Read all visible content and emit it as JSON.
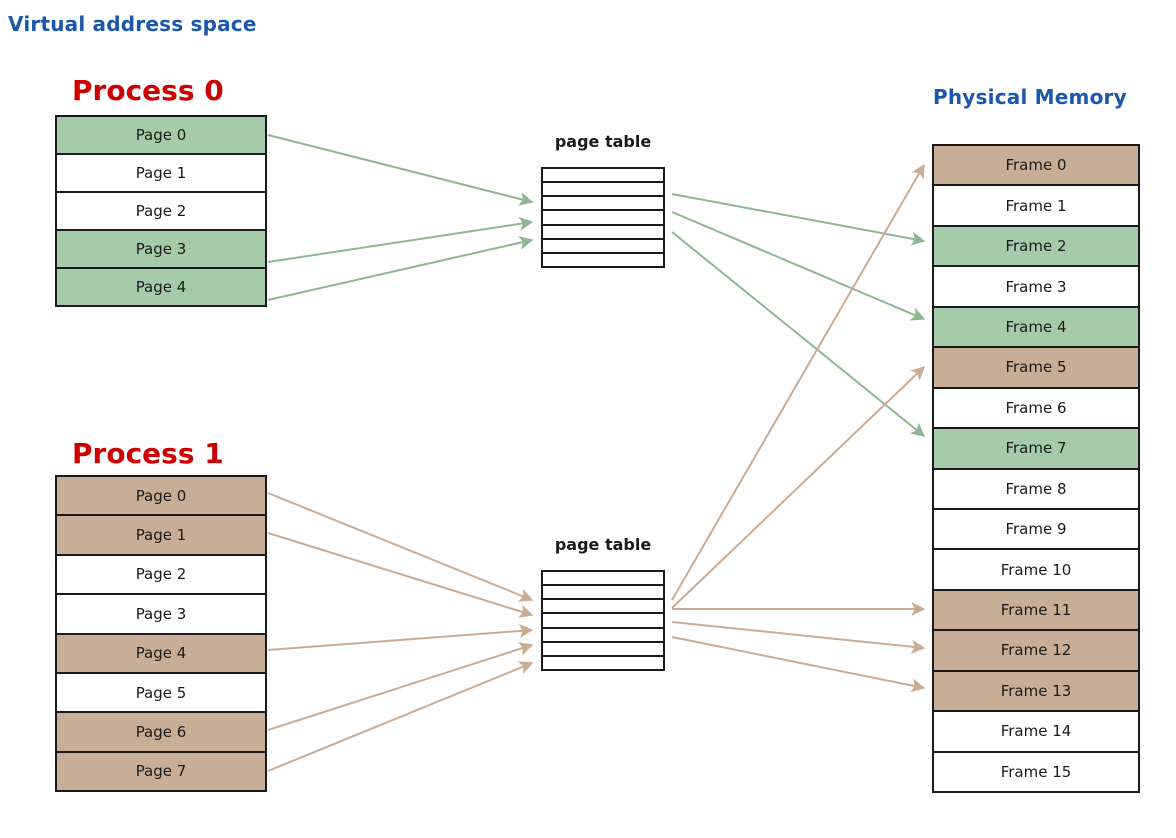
{
  "diagram": {
    "title": "Virtual address space",
    "physical_title": "Physical Memory",
    "page_table_caption_top": "page table",
    "page_table_caption_bottom": "page table",
    "colors": {
      "heading_blue": "#1b57ad",
      "process_red": "#cc0000",
      "mapped_green": "#a5cbab",
      "mapped_tan": "#c9ae97",
      "border": "#1a1a1a",
      "arrow_green": "#8fb693",
      "arrow_tan": "#cbab92"
    }
  },
  "process0": {
    "title": "Process 0",
    "rows": [
      {
        "label": "Page 0",
        "fill": "green"
      },
      {
        "label": "Page 1",
        "fill": "none"
      },
      {
        "label": "Page 2",
        "fill": "none"
      },
      {
        "label": "Page 3",
        "fill": "green"
      },
      {
        "label": "Page 4",
        "fill": "green"
      }
    ]
  },
  "process1": {
    "title": "Process 1",
    "rows": [
      {
        "label": "Page 0",
        "fill": "tan"
      },
      {
        "label": "Page 1",
        "fill": "tan"
      },
      {
        "label": "Page 2",
        "fill": "none"
      },
      {
        "label": "Page 3",
        "fill": "none"
      },
      {
        "label": "Page 4",
        "fill": "tan"
      },
      {
        "label": "Page 5",
        "fill": "none"
      },
      {
        "label": "Page 6",
        "fill": "tan"
      },
      {
        "label": "Page 7",
        "fill": "tan"
      }
    ]
  },
  "page_table_0": {
    "caption": "page table",
    "row_count": 7
  },
  "page_table_1": {
    "caption": "page table",
    "row_count": 7
  },
  "physical_memory": {
    "title": "Physical Memory",
    "rows": [
      {
        "label": "Frame 0",
        "fill": "tan"
      },
      {
        "label": "Frame 1",
        "fill": "none"
      },
      {
        "label": "Frame 2",
        "fill": "green"
      },
      {
        "label": "Frame 3",
        "fill": "none"
      },
      {
        "label": "Frame 4",
        "fill": "green"
      },
      {
        "label": "Frame 5",
        "fill": "tan"
      },
      {
        "label": "Frame 6",
        "fill": "none"
      },
      {
        "label": "Frame 7",
        "fill": "green"
      },
      {
        "label": "Frame 8",
        "fill": "none"
      },
      {
        "label": "Frame 9",
        "fill": "none"
      },
      {
        "label": "Frame 10",
        "fill": "none"
      },
      {
        "label": "Frame 11",
        "fill": "tan"
      },
      {
        "label": "Frame 12",
        "fill": "tan"
      },
      {
        "label": "Frame 13",
        "fill": "tan"
      },
      {
        "label": "Frame 14",
        "fill": "none"
      },
      {
        "label": "Frame 15",
        "fill": "none"
      }
    ]
  },
  "mappings": {
    "process0_to_table": [
      {
        "from": "Page 0",
        "to": "page table"
      },
      {
        "from": "Page 3",
        "to": "page table"
      },
      {
        "from": "Page 4",
        "to": "page table"
      }
    ],
    "table0_to_frames": [
      {
        "from": "page table",
        "to": "Frame 2"
      },
      {
        "from": "page table",
        "to": "Frame 4"
      },
      {
        "from": "page table",
        "to": "Frame 7"
      }
    ],
    "process1_to_table": [
      {
        "from": "Page 0",
        "to": "page table"
      },
      {
        "from": "Page 1",
        "to": "page table"
      },
      {
        "from": "Page 4",
        "to": "page table"
      },
      {
        "from": "Page 6",
        "to": "page table"
      },
      {
        "from": "Page 7",
        "to": "page table"
      }
    ],
    "table1_to_frames": [
      {
        "from": "page table",
        "to": "Frame 0"
      },
      {
        "from": "page table",
        "to": "Frame 5"
      },
      {
        "from": "page table",
        "to": "Frame 11"
      },
      {
        "from": "page table",
        "to": "Frame 12"
      },
      {
        "from": "page table",
        "to": "Frame 13"
      }
    ]
  }
}
